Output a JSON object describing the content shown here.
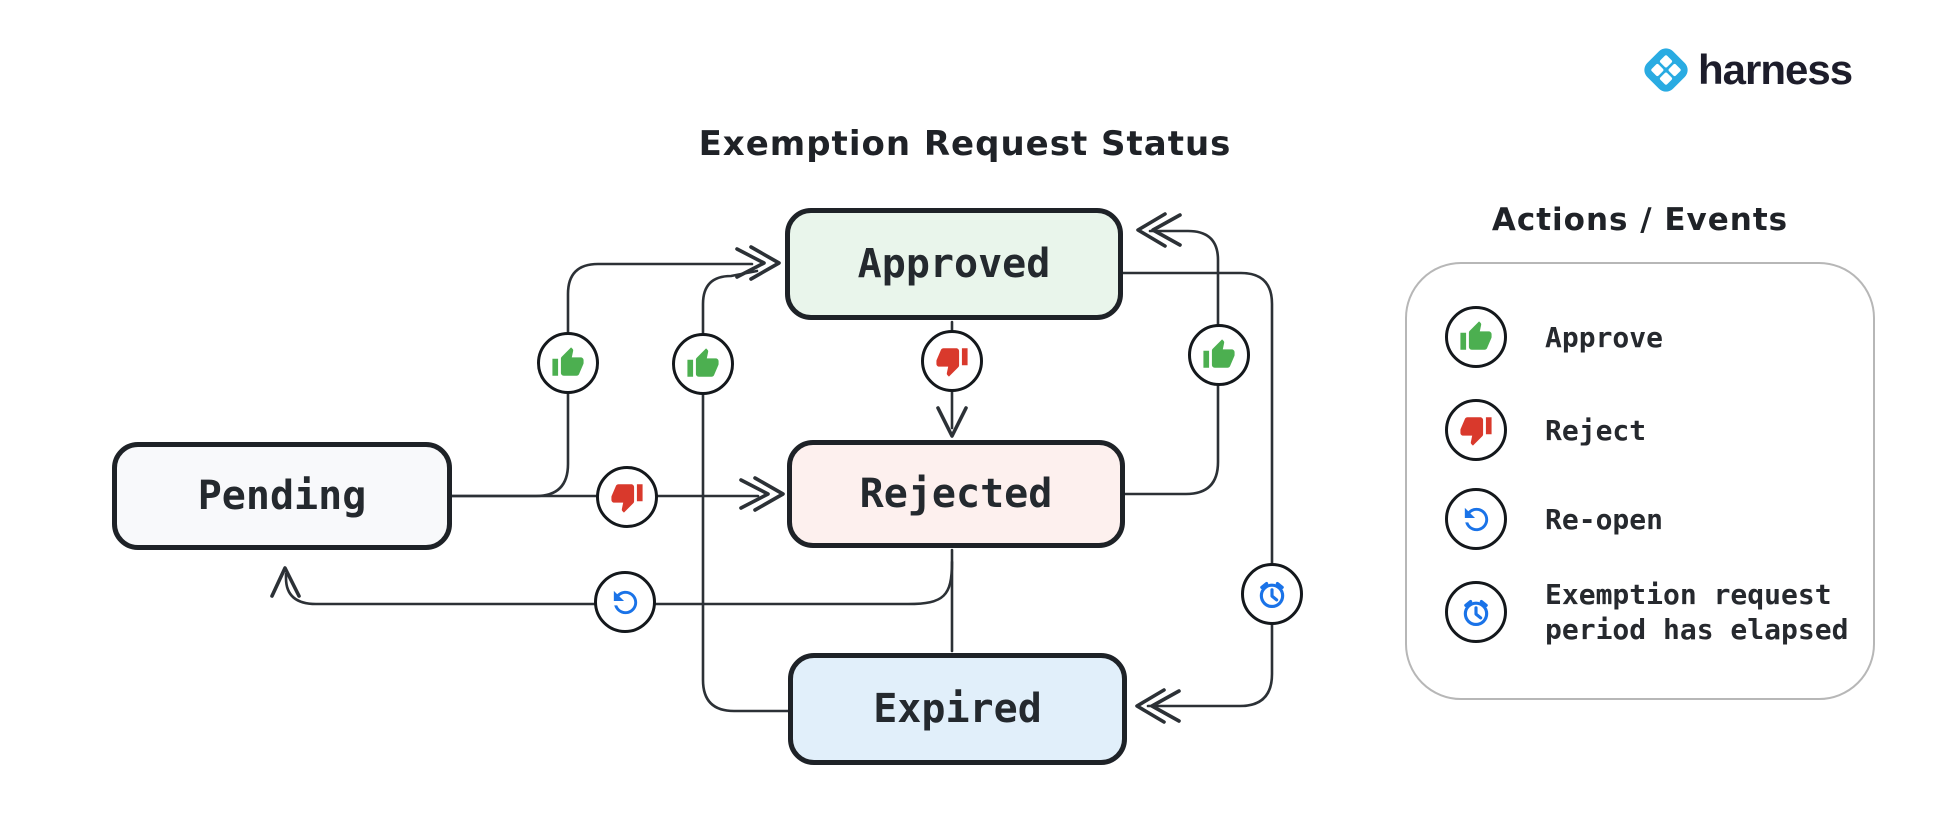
{
  "brand": {
    "name": "harness",
    "logo_color": "#29abe2"
  },
  "diagram": {
    "title": "Exemption Request Status",
    "states": [
      {
        "id": "pending",
        "label": "Pending",
        "fill": "#f8f9fb"
      },
      {
        "id": "approved",
        "label": "Approved",
        "fill": "#e9f5eb"
      },
      {
        "id": "rejected",
        "label": "Rejected",
        "fill": "#fdf0ee"
      },
      {
        "id": "expired",
        "label": "Expired",
        "fill": "#e1effa"
      }
    ],
    "transitions": [
      {
        "from": "Pending",
        "to": "Approved",
        "action": "Approve"
      },
      {
        "from": "Pending",
        "to": "Rejected",
        "action": "Reject"
      },
      {
        "from": "Approved",
        "to": "Rejected",
        "action": "Reject"
      },
      {
        "from": "Rejected",
        "to": "Approved",
        "action": "Approve"
      },
      {
        "from": "Rejected",
        "to": "Pending",
        "action": "Re-open"
      },
      {
        "from": "Rejected",
        "to": "Expired",
        "action": null
      },
      {
        "from": "Expired",
        "to": "Approved",
        "action": "Approve"
      },
      {
        "from": "Approved",
        "to": "Expired",
        "action": "Exemption request period has elapsed"
      }
    ]
  },
  "legend": {
    "title": "Actions / Events",
    "items": [
      {
        "icon": "thumb-up-icon",
        "label": "Approve",
        "color": "#4caf50"
      },
      {
        "icon": "thumb-down-icon",
        "label": "Reject",
        "color": "#d9392c"
      },
      {
        "icon": "reopen-icon",
        "label": "Re-open",
        "color": "#1a73e8"
      },
      {
        "icon": "alarm-icon",
        "label": "Exemption request period has elapsed",
        "color": "#1a73e8"
      }
    ]
  },
  "colors": {
    "background": "#ffffff",
    "stroke": "#2c3136",
    "box_border": "#1e2227",
    "legend_border": "#b7b7b7",
    "approve_green": "#4caf50",
    "reject_red": "#d9392c",
    "event_blue": "#1a73e8",
    "brand_blue": "#29abe2"
  }
}
